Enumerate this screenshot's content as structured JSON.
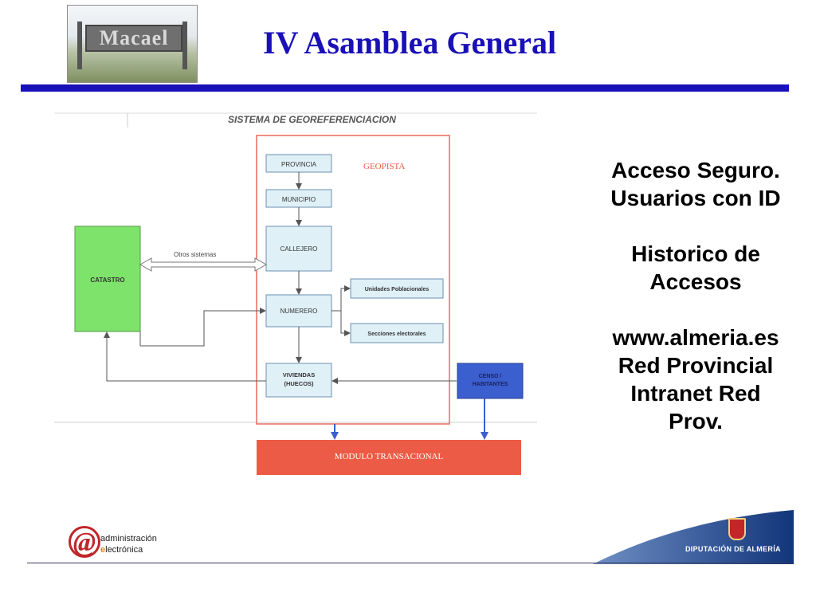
{
  "header": {
    "logo_text": "Macael",
    "title": "IV Asamblea General"
  },
  "diagram": {
    "title": "SISTEMA DE GEOREFERENCIACION",
    "group_label": "GEOPISTA",
    "nodes": {
      "provincia": "PROVINCIA",
      "municipio": "MUNICIPIO",
      "callejero": "CALLEJERO",
      "numerero": "NUMERERO",
      "viviendas_1": "VIVIENDAS",
      "viviendas_2": "(HUECOS)",
      "unidades": "Unidades Poblacionales",
      "secciones": "Secciones electorales",
      "catastro": "CATASTRO",
      "censo_1": "CENSO /",
      "censo_2": "HABITANTES",
      "modulo": "MODULO TRANSACIONAL"
    },
    "edge_label": "Otros sistemas",
    "colors": {
      "catastro": "#7ee36a",
      "censo": "#3b5fcf",
      "modulo": "#ec5b45",
      "group_border": "#ec6b5a",
      "node_fill": "#dff0f7"
    }
  },
  "notes": {
    "lines_1": [
      "Acceso Seguro.",
      "Usuarios con ID"
    ],
    "lines_2": [
      "Historico de",
      "Accesos"
    ],
    "lines_3": [
      "www.almeria.es",
      "Red Provincial",
      "Intranet Red",
      "Prov."
    ]
  },
  "footer": {
    "logo_symbol": "@",
    "logo_line1": "administración",
    "logo_line2_initial": "e",
    "logo_line2_rest": "lectrónica",
    "org": "DIPUTACIÓN DE ALMERÍA"
  }
}
